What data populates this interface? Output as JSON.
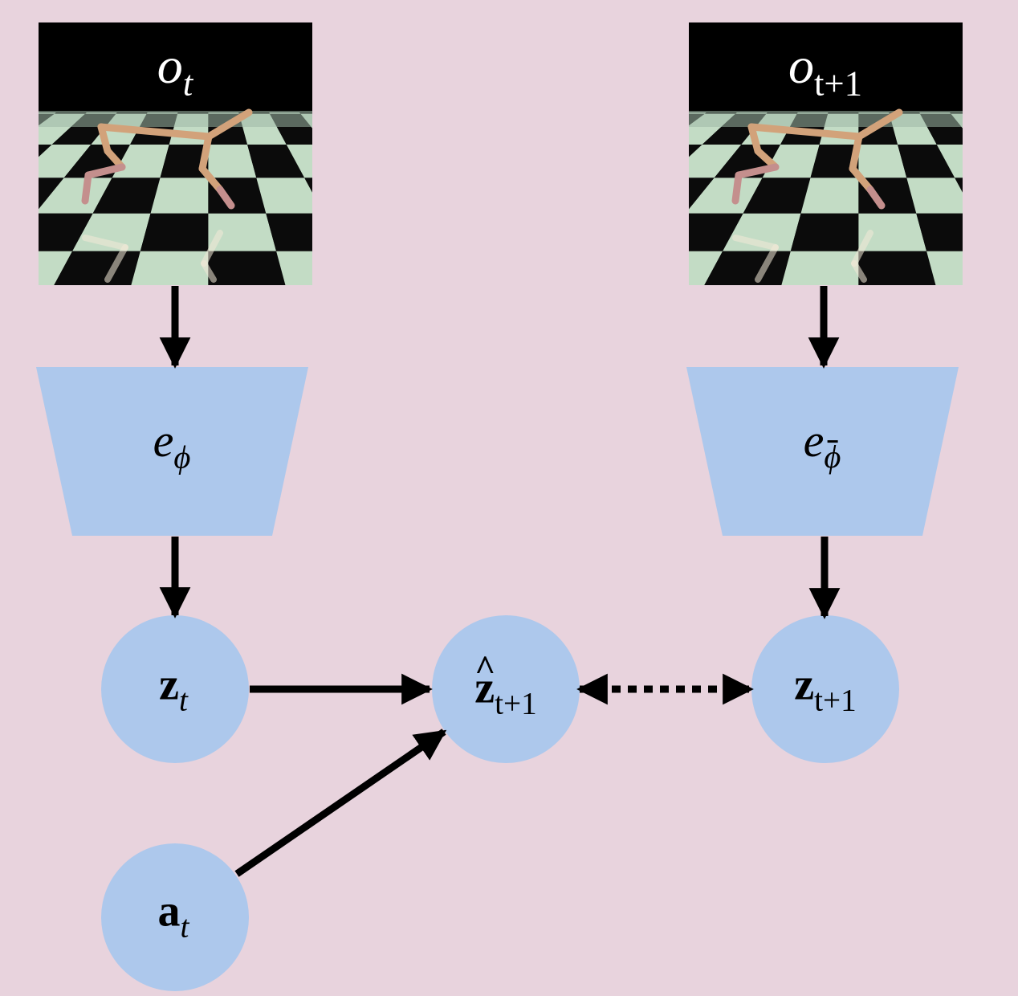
{
  "colors": {
    "background": "#e8d3dd",
    "node_fill": "#adc8ec",
    "arrow": "#000000",
    "frame_sky": "#000000",
    "checker_light": "#c3dcc5",
    "checker_dark": "#0b0b0b",
    "robot_body": "#d2a27a",
    "robot_leg": "#c48f8d"
  },
  "observations": [
    {
      "id": "obs_t",
      "symbol": "o",
      "sub": "t"
    },
    {
      "id": "obs_t1",
      "symbol": "o",
      "sub": "t+1"
    }
  ],
  "encoders": [
    {
      "id": "online",
      "symbol": "e",
      "sub": "ϕ"
    },
    {
      "id": "target",
      "symbol": "e",
      "sub": "ϕ"
    }
  ],
  "nodes": [
    {
      "id": "z_t",
      "symbol": "z",
      "sub": "t"
    },
    {
      "id": "z_hat",
      "symbol": "z",
      "sub": "t+1"
    },
    {
      "id": "z_t1",
      "symbol": "z",
      "sub": "t+1"
    },
    {
      "id": "a_t",
      "symbol": "a",
      "sub": "t"
    }
  ],
  "edges": [
    {
      "from": "obs_t",
      "to": "online",
      "style": "solid"
    },
    {
      "from": "online",
      "to": "z_t",
      "style": "solid"
    },
    {
      "from": "obs_t1",
      "to": "target",
      "style": "solid"
    },
    {
      "from": "target",
      "to": "z_t1",
      "style": "solid"
    },
    {
      "from": "z_t",
      "to": "z_hat",
      "style": "solid"
    },
    {
      "from": "a_t",
      "to": "z_hat",
      "style": "solid"
    },
    {
      "from": "z_hat",
      "to": "z_t1",
      "style": "dotted-bidirectional"
    }
  ]
}
